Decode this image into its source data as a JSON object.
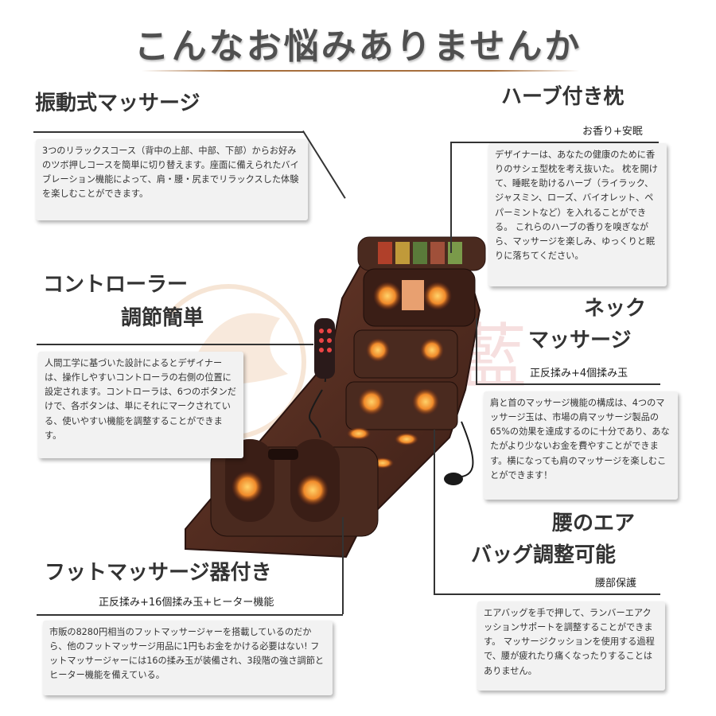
{
  "title": "こんなお悩みありませんか",
  "sections": {
    "vibration": {
      "heading": "振動式マッサージ",
      "description": "3つのリラックスコース（背中の上部、中部、下部）からお好みのツボ押しコースを簡単に切り替えます。座面に備えられたバイブレーション機能によって、肩・腰・尻までリラックスした体験を楽しむことができます。"
    },
    "herb_pillow": {
      "heading": "ハーブ付き枕",
      "subheading": "お香り+安眠",
      "description": "デザイナーは、あなたの健康のために香りのサシェ型枕を考え抜いた。 枕を開けて、睡眠を助けるハーブ（ライラック、ジャスミン、ローズ、バイオレット、ペパーミントなど）を入れることができる。 これらのハーブの香りを嗅ぎながら、マッサージを楽しみ、ゆっくりと眠りに落ちてください。"
    },
    "controller": {
      "heading_line1": "コントローラー",
      "heading_line2": "調節簡単",
      "description": "人間工学に基づいた設計によるとデザイナーは、操作しやすいコントローラの右側の位置に設定されます。コントローラは、6つのボタンだけで、各ボタンは、単にそれにマークされている、使いやすい機能を調整することができます。"
    },
    "neck": {
      "heading_line1": "ネック",
      "heading_line2": "マッサージ",
      "subheading": "正反揉み+4個揉み玉",
      "description": "肩と首のマッサージ機能の構成は、4つのマッサージ玉は、市場の肩マッサージ製品の65%の効果を達成するのに十分であり、あなたがより少ないお金を費やすことができます。横になっても肩のマッサージを楽しむことができます！"
    },
    "lumbar": {
      "heading_line1": "腰のエア",
      "heading_line2": "バッグ調整可能",
      "subheading": "腰部保護",
      "description": "エアバッグを手で押して、ランバーエアクッションサポートを調整することができます。 マッサージクッションを使用する過程で、腰が疲れたり痛くなったりすることはありません。"
    },
    "foot": {
      "heading": "フットマッサージ器付き",
      "subheading": "正反揉み+16個揉み玉+ヒーター機能",
      "description": "市販の8280円相当のフットマッサージャーを搭載しているのだから、他のフットマッサージ用品に1円もお金をかける必要はない! フットマッサージャーには16の揉み玉が装備され、3段階の強さ調節とヒーター機能を備えている。"
    }
  },
  "product_image": "massage-mat-with-foot-massager",
  "colors": {
    "accent": "#d8a06a",
    "text": "#333333",
    "card_bg": "#f2f2f2",
    "product_brown": "#4a2a1f",
    "glow": "#f08a2a"
  }
}
